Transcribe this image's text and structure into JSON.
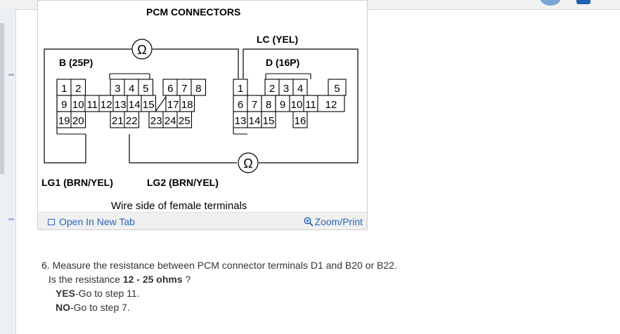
{
  "diagram": {
    "title": "PCM CONNECTORS",
    "lc_label": "LC (YEL)",
    "b_label": "B (25P)",
    "d_label": "D (16P)",
    "lg1_label": "LG1 (BRN/YEL)",
    "lg2_label": "LG2 (BRN/YEL)",
    "caption": "Wire side of female terminals",
    "ohm_symbol": "Ω",
    "b_pins": [
      "1",
      "2",
      "3",
      "4",
      "5",
      "6",
      "7",
      "8",
      "9",
      "10",
      "11",
      "12",
      "13",
      "14",
      "15",
      "17",
      "18",
      "19",
      "20",
      "21",
      "22",
      "23",
      "24",
      "25"
    ],
    "d_pins": [
      "1",
      "2",
      "3",
      "4",
      "5",
      "6",
      "7",
      "8",
      "9",
      "10",
      "11",
      "12",
      "13",
      "14",
      "15",
      "16"
    ]
  },
  "figure_footer": {
    "open_new_tab": "Open In New Tab",
    "zoom_print": "Zoom/Print"
  },
  "instructions": {
    "step_text": "6. Measure the resistance between PCM connector terminals D1 and B20 or B22.",
    "question_prefix": "Is the resistance ",
    "question_value": "12 - 25 ohms",
    "question_suffix": " ?",
    "yes_label": "YES",
    "yes_text": "-Go to step 11.",
    "no_label": "NO",
    "no_text": "-Go to step 7."
  },
  "colors": {
    "link": "#2a66b8",
    "topbar_accent": "#1e5fb4"
  }
}
